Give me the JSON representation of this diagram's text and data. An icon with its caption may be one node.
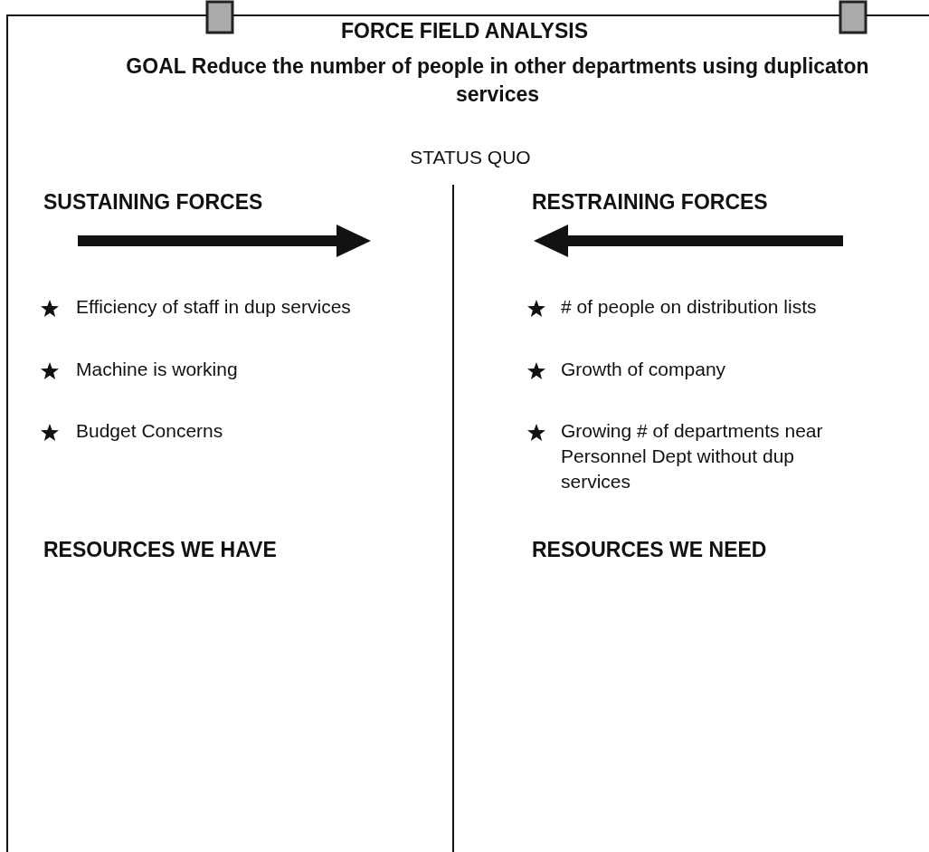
{
  "diagram": {
    "title": "FORCE FIELD ANALYSIS",
    "labels": [
      "GOAL Reduce the number of people in other departments using duplicaton services",
      "STATUS QUO",
      "SUSTAINING FORCES",
      "RESTRAINING FORCES",
      "Efficiency of staff in dup services",
      "Machine is working",
      "Budget Concerns",
      "# of people on distribution lists",
      "Growth of company",
      "Growing # of departments near Personnel Dept without dup services",
      "RESOURCES WE HAVE",
      "RESOURCES WE NEED"
    ]
  }
}
